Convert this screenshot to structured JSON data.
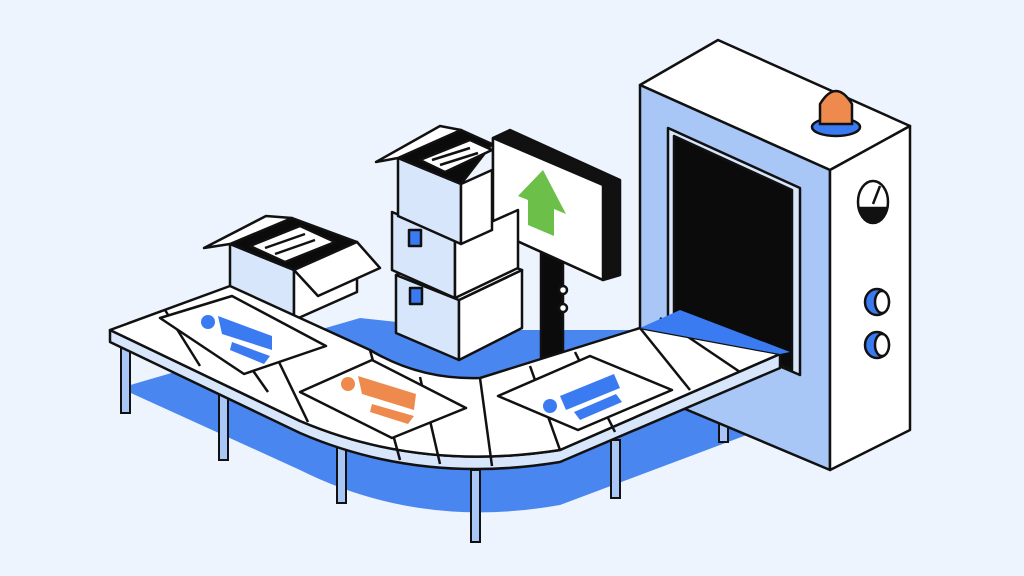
{
  "scene": {
    "description_label": "",
    "palette": {
      "background": "#eef4fe",
      "outline": "#111111",
      "white": "#ffffff",
      "light_blue": "#d8e6fb",
      "mid_blue": "#a8c6f6",
      "bright_blue": "#3a7bf2",
      "shadow_blue": "#4a86f0",
      "orange": "#ee8a4e",
      "green": "#6cc04a",
      "dark": "#0b0b0b"
    },
    "icons": {
      "conveyor": "conveyor-belt-icon",
      "machine": "scanner-machine-icon",
      "beacon": "alarm-beacon-icon",
      "gauge": "gauge-icon",
      "sign": "up-arrow-sign-icon",
      "boxes": "cardboard-box-icon",
      "person_cards": [
        "person-card-icon-blue",
        "person-card-icon-orange",
        "person-card-icon-blue"
      ]
    }
  }
}
